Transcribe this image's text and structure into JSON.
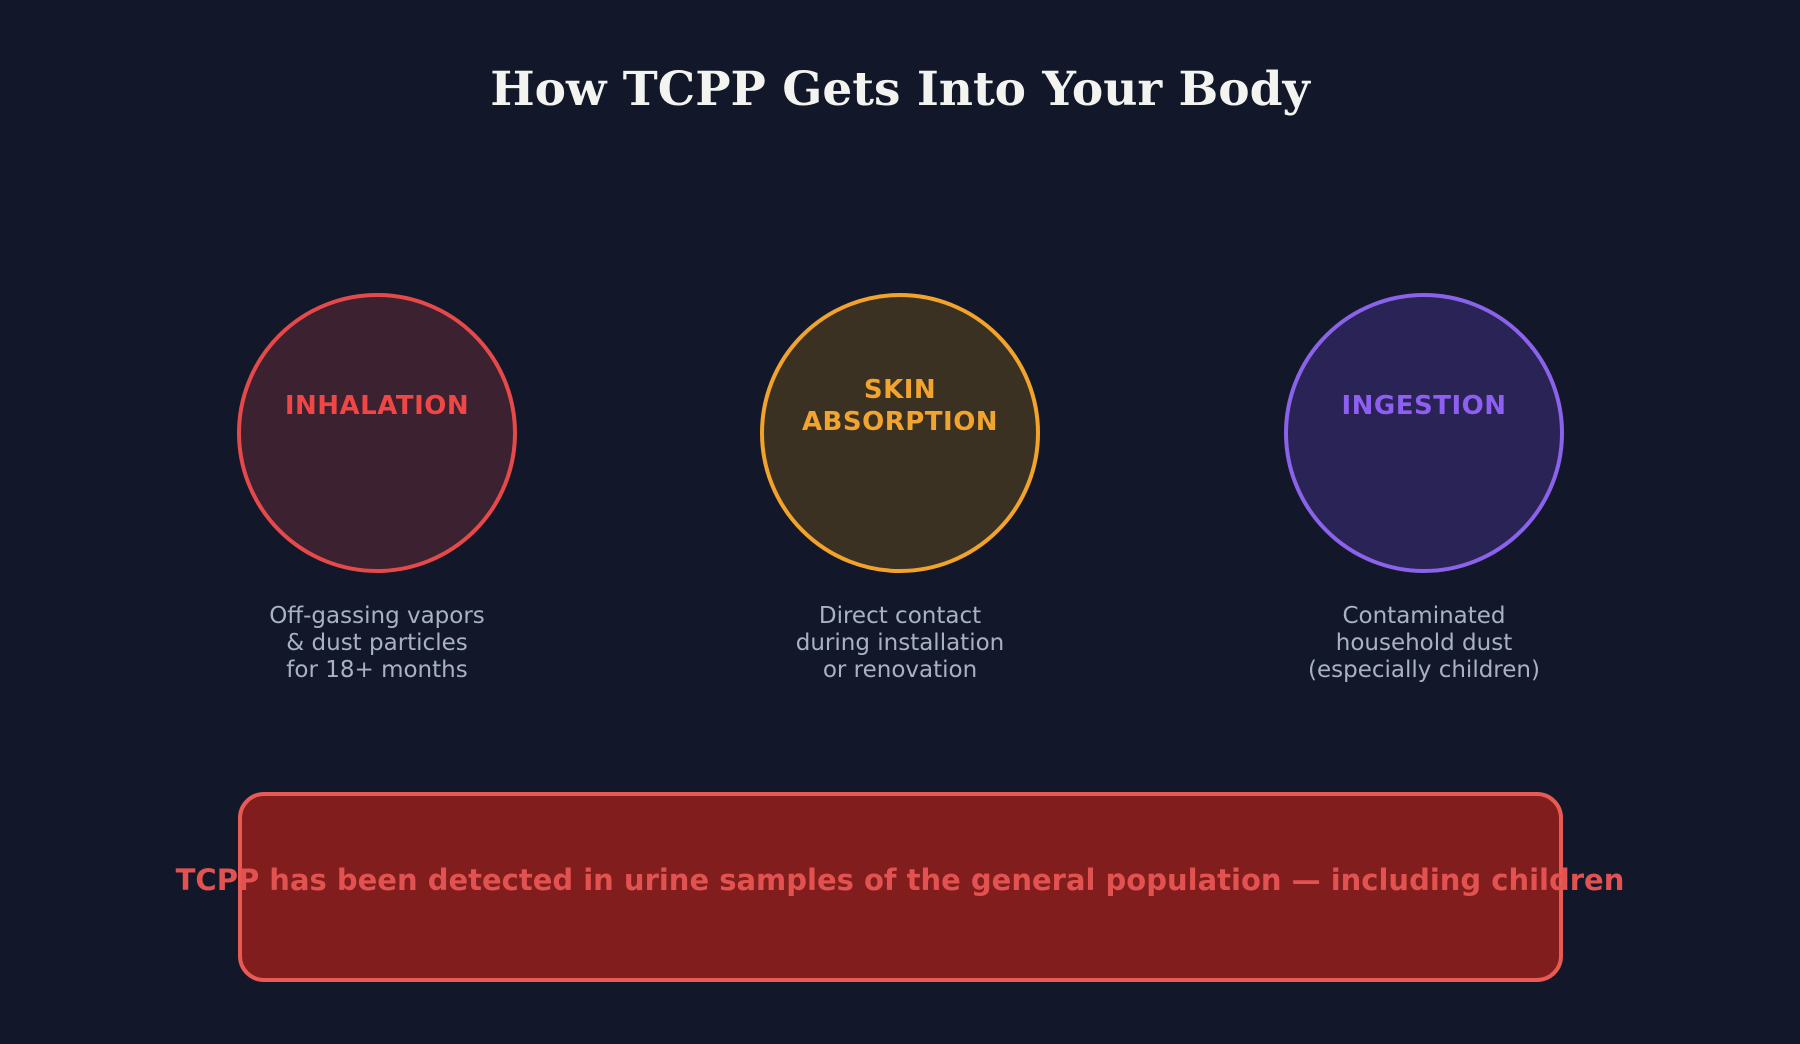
{
  "title": "How TCPP Gets Into Your Body",
  "colors": {
    "background": "#121829",
    "title": "#f3f4f0",
    "caption": "#a8b2c2"
  },
  "pathways": [
    {
      "id": "inhalation",
      "label_lines": [
        "INHALATION"
      ],
      "caption_lines": [
        "Off-gassing vapors",
        "& dust particles",
        "for 18+ months"
      ],
      "border_color": "#e64949",
      "fill_color": "#3c2130",
      "label_color": "#ef4646"
    },
    {
      "id": "skin-absorption",
      "label_lines": [
        "SKIN",
        "ABSORPTION"
      ],
      "caption_lines": [
        "Direct contact",
        "during installation",
        "or renovation"
      ],
      "border_color": "#f2a32b",
      "fill_color": "#3b3123",
      "label_color": "#f2a430"
    },
    {
      "id": "ingestion",
      "label_lines": [
        "INGESTION"
      ],
      "caption_lines": [
        "Contaminated",
        "household dust",
        "(especially children)"
      ],
      "border_color": "#8b62ea",
      "fill_color": "#2a2355",
      "label_color": "#8e5ff0"
    }
  ],
  "warning": {
    "text": "TCPP has been detected in urine samples of the general population — including children",
    "fill_color": "#811d1d",
    "border_color": "#ea5a55",
    "text_color": "#e25250"
  }
}
